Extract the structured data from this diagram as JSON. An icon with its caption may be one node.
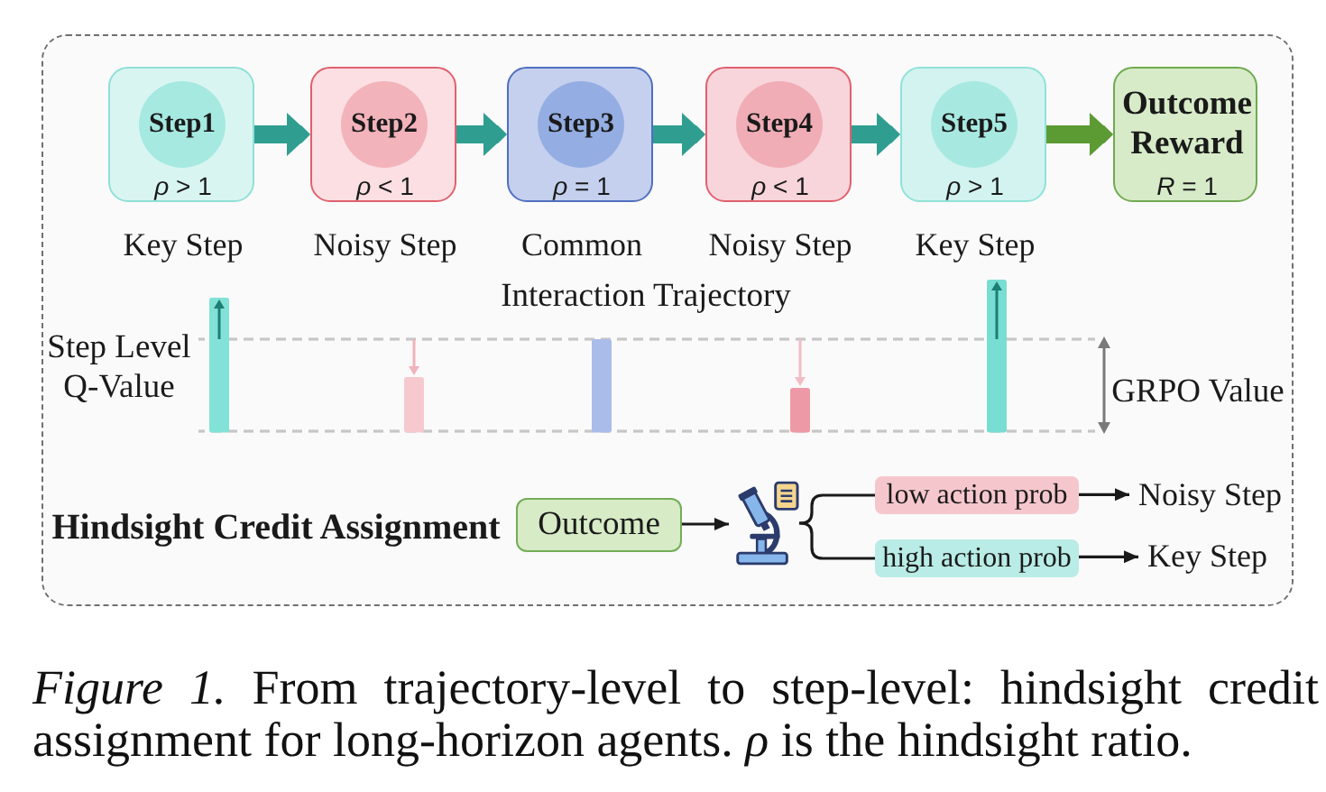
{
  "diagram": {
    "caption": "*Figure 1.* From trajectory-level to step-level: hindsight credit assignment for long-horizon agents. *ρ* is the hindsight ratio.",
    "nodes": [
      {
        "text": [
          "*ρ* > 1"
        ],
        "beside": [
          "Key Step"
        ]
      },
      {
        "text": [
          "Step1"
        ],
        "in": 0
      },
      {
        "text": [
          "*ρ* < 1"
        ],
        "beside": [
          "Noisy Step"
        ]
      },
      {
        "text": [
          "Step2"
        ],
        "in": 2
      },
      {
        "text": [
          "*ρ* = 1"
        ],
        "beside": [
          "Common"
        ]
      },
      {
        "text": [
          "Step3"
        ],
        "in": 4
      },
      {
        "text": [
          "*ρ* < 1"
        ],
        "beside": [
          "Noisy Step"
        ]
      },
      {
        "text": [
          "Step4"
        ],
        "in": 6
      },
      {
        "text": [
          "*ρ* > 1"
        ],
        "beside": [
          "Key Step"
        ]
      },
      {
        "text": [
          "Step5"
        ],
        "in": 8
      },
      {
        "text": [
          "Outcome Reward",
          "*R* = 1"
        ]
      },
      {
        "text": [
          "Outcome"
        ]
      },
      {
        "text": [],
        "shape": "picture"
      },
      {
        "text": [
          "low action prob"
        ]
      },
      {
        "text": [
          "high action prob"
        ]
      },
      {
        "text": [
          "Noisy Step"
        ]
      },
      {
        "text": [
          "Key Step"
        ]
      }
    ],
    "edges": [
      {
        "from": 0,
        "to": 2,
        "arrow": "to",
        "style": "thick",
        "color": "#2f9e90"
      },
      {
        "from": 2,
        "to": 4,
        "arrow": "to",
        "style": "thick",
        "color": "#2f9e90"
      },
      {
        "from": 4,
        "to": 6,
        "arrow": "to",
        "style": "thick",
        "color": "#2f9e90"
      },
      {
        "from": 6,
        "to": 8,
        "arrow": "to",
        "style": "thick",
        "color": "#2f9e90"
      },
      {
        "from": 8,
        "to": 10,
        "arrow": "to",
        "style": "thick",
        "color": "#5c9a34"
      },
      {
        "from": 11,
        "to": 12,
        "arrow": "to"
      },
      {
        "from": 12,
        "to": 13,
        "arrow": "none"
      },
      {
        "from": 12,
        "to": 14,
        "arrow": "none"
      },
      {
        "from": 13,
        "to": 15,
        "arrow": "to"
      },
      {
        "from": 14,
        "to": 16,
        "arrow": "to"
      }
    ],
    "labels": [
      "Interaction Trajectory",
      "Step Level Q-Value",
      "GRPO Value",
      "Hindsight Credit Assignment"
    ]
  }
}
